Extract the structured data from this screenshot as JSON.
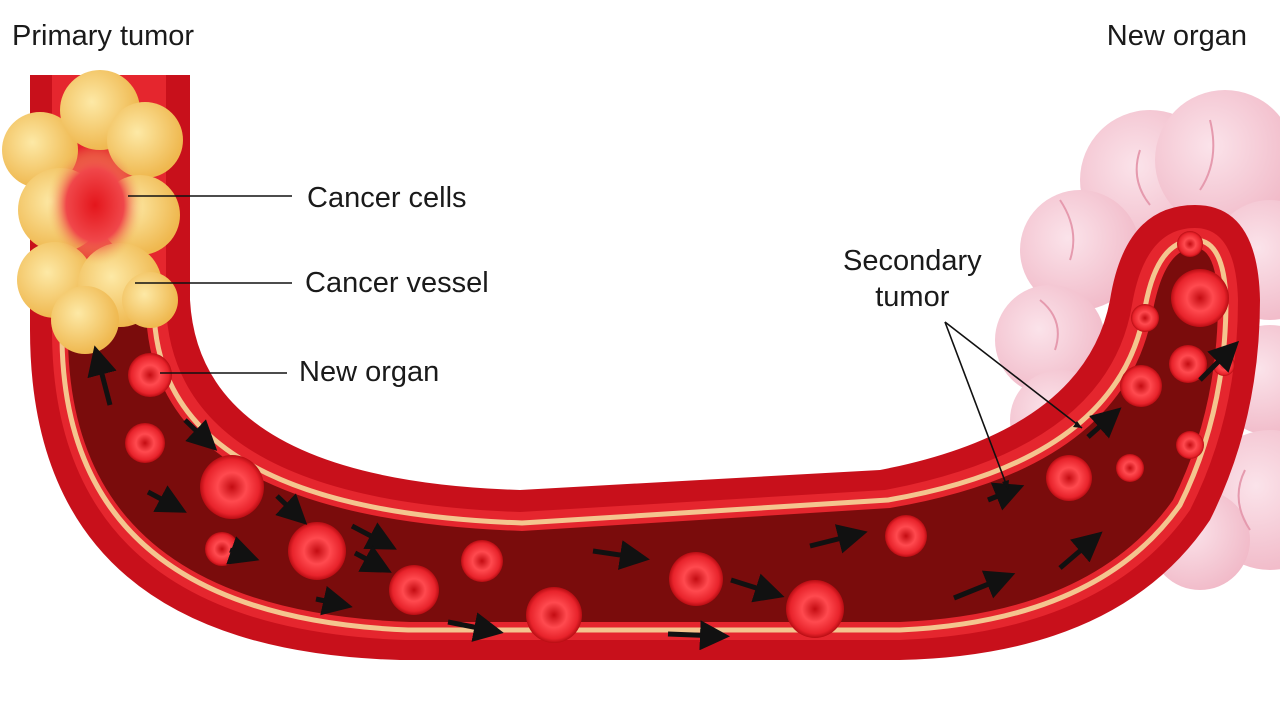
{
  "labels": {
    "primary_tumor": "Primary tumor",
    "new_organ_top": "New organ",
    "cancer_cells": "Cancer cells",
    "cancer_vessel": "Cancer vessel",
    "new_organ_mid": "New organ",
    "secondary_line1": "Secondary",
    "secondary_line2": "tumor"
  },
  "colors": {
    "vessel_outer": "#c8101b",
    "vessel_wall": "#e5262e",
    "vessel_lumen": "#7a0c0c",
    "membrane": "#f4c58f",
    "tumor": "#f3c766",
    "tumor_core": "#e31e24",
    "organ": "#f6c9d4",
    "cell": "#e8232b",
    "arrow": "#111111"
  }
}
